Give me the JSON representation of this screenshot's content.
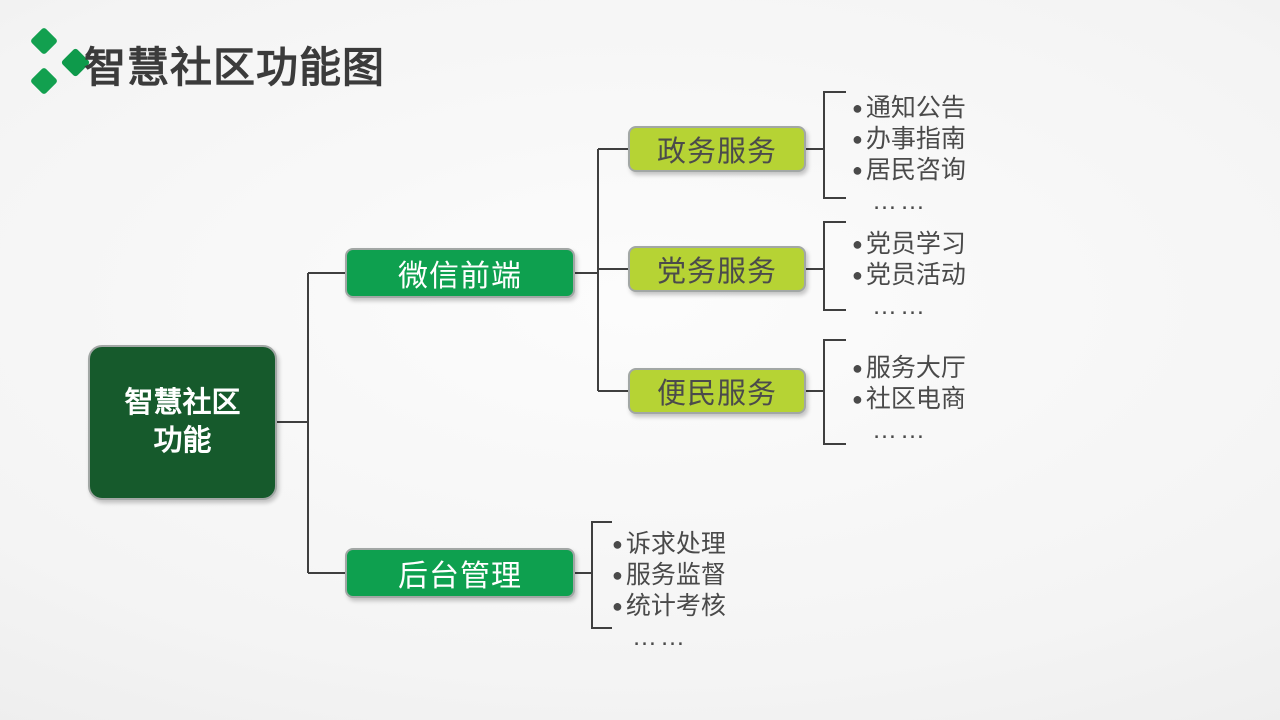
{
  "slide": {
    "title": "智慧社区功能图",
    "glyphs": {
      "bullet": "●",
      "more": "……"
    },
    "root": {
      "line1": "智慧社区",
      "line2": "功能"
    },
    "branches": [
      {
        "label": "微信前端"
      },
      {
        "label": "后台管理"
      }
    ],
    "services": [
      {
        "label": "政务服务",
        "items": [
          "通知公告",
          "办事指南",
          "居民咨询"
        ]
      },
      {
        "label": "党务服务",
        "items": [
          "党员学习",
          "党员活动"
        ]
      },
      {
        "label": "便民服务",
        "items": [
          "服务大厅",
          "社区电商"
        ]
      }
    ],
    "backend": {
      "items": [
        "诉求处理",
        "服务监督",
        "统计考核"
      ]
    },
    "colors": {
      "root_green": "#165A2C",
      "branch_green": "#0EA04F",
      "service_yellow_green": "#B6D334",
      "logo_green": "#12A04F",
      "connector": "#3F3F3F",
      "title_text": "#3B3B3B",
      "list_text": "#4A4A4A",
      "background": "#F2F2F2"
    }
  }
}
